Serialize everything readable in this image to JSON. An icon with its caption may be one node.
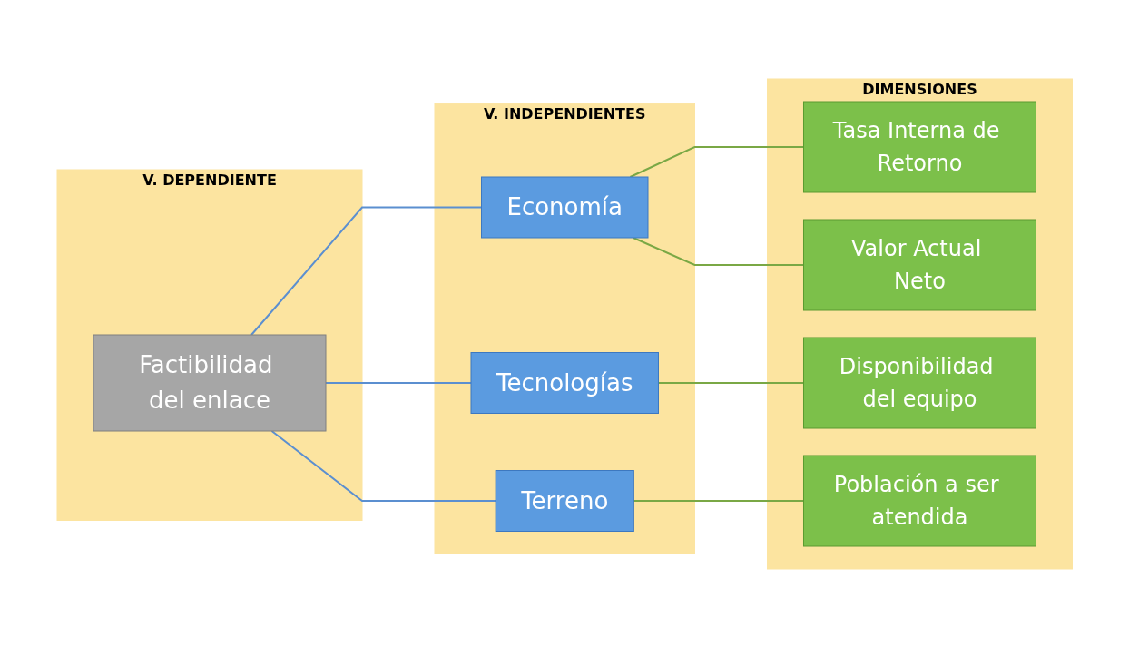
{
  "diagram": {
    "nodes": [
      {
        "text": [
          "V. DEPENDIENTE"
        ]
      },
      {
        "text": [
          "Factibilidad del enlace"
        ],
        "in": 0
      },
      {
        "text": [
          "V. INDEPENDIENTES"
        ]
      },
      {
        "text": [
          "Economía"
        ],
        "in": 2
      },
      {
        "text": [
          "Tecnologías"
        ],
        "in": 2
      },
      {
        "text": [
          "Terreno"
        ],
        "in": 2
      },
      {
        "text": [
          "DIMENSIONES"
        ]
      },
      {
        "text": [
          "Tasa Interna de Retorno"
        ],
        "in": 6
      },
      {
        "text": [
          "Valor Actual Neto"
        ],
        "in": 6
      },
      {
        "text": [
          "Disponibilidad del equipo"
        ],
        "in": 6
      },
      {
        "text": [
          "Población a ser atendida"
        ],
        "in": 6
      }
    ],
    "edges": [
      {
        "from": 1,
        "to": 3,
        "arrow": "none",
        "color": "#5b8fd0"
      },
      {
        "from": 1,
        "to": 4,
        "arrow": "none",
        "color": "#5b8fd0"
      },
      {
        "from": 1,
        "to": 5,
        "arrow": "none",
        "color": "#5b8fd0"
      },
      {
        "from": 3,
        "to": 7,
        "arrow": "none",
        "color": "#7aa845"
      },
      {
        "from": 3,
        "to": 8,
        "arrow": "none",
        "color": "#7aa845"
      },
      {
        "from": 4,
        "to": 9,
        "arrow": "none",
        "color": "#7aa845"
      },
      {
        "from": 5,
        "to": 10,
        "arrow": "none",
        "color": "#7aa845"
      }
    ]
  }
}
